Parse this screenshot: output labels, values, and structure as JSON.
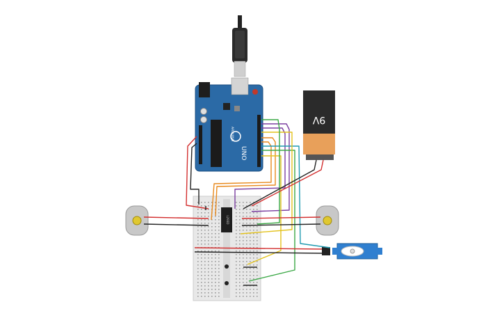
{
  "battery": {
    "label": "9V"
  },
  "arduino": {
    "board_name": "UNO",
    "brand": "ARDUINO",
    "chip_label": ""
  },
  "driver_ic": {
    "label": "L293D"
  },
  "colors": {
    "background": "#ffffff",
    "arduino_blue": "#2b6aa6",
    "breadboard": "#e8e8e8",
    "wire_red": "#d32f2f",
    "wire_black": "#222222",
    "wire_orange": "#e8891c",
    "wire_purple": "#7b3fa0",
    "wire_green": "#3aa845",
    "wire_yellow": "#e3c21c",
    "wire_teal": "#1f9ab0",
    "servo_blue": "#2f7fd0",
    "battery_top": "#2b2b2b",
    "battery_bottom": "#e8a05a"
  },
  "components": [
    {
      "name": "usb-cable",
      "type": "cable"
    },
    {
      "name": "arduino-uno",
      "type": "microcontroller"
    },
    {
      "name": "battery-9v",
      "type": "power"
    },
    {
      "name": "breadboard",
      "type": "breadboard"
    },
    {
      "name": "dc-motor-left",
      "type": "motor"
    },
    {
      "name": "dc-motor-right",
      "type": "motor"
    },
    {
      "name": "motor-driver-ic",
      "type": "ic"
    },
    {
      "name": "servo-motor",
      "type": "servo"
    },
    {
      "name": "push-button-1",
      "type": "button"
    },
    {
      "name": "push-button-2",
      "type": "button"
    }
  ]
}
